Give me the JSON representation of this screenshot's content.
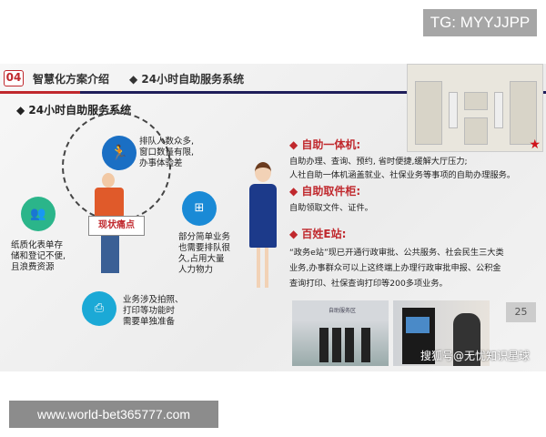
{
  "watermark_top": "TG: MYYJJPP",
  "watermark_bottom": "www.world-bet365777.com",
  "header": {
    "number": "04",
    "section": "智慧化方案介绍",
    "subtitle": "◆ 24小时自助服务系统"
  },
  "content_title": "◆ 24小时自助服务系统",
  "pain_points": {
    "center_label": "现状痛点",
    "items": [
      {
        "icon": "running-person-icon",
        "text": [
          "排队人数众多,",
          "窗口数量有限,",
          "办事体验差"
        ]
      },
      {
        "icon": "network-icon",
        "text": [
          "部分简单业务",
          "也需要排队很",
          "久,占用大量",
          "人力物力"
        ]
      },
      {
        "icon": "printer-icon",
        "text": [
          "业务涉及拍照、",
          "打印等功能时",
          "需要单独准备"
        ]
      },
      {
        "icon": "people-group-icon",
        "text": [
          "纸质化表单存",
          "储和登记不便,",
          "且浪费资源"
        ]
      }
    ]
  },
  "services": [
    {
      "title": "◆ 自助一体机:",
      "lines": [
        "自助办理、查询、预约, 省时便捷,缓解大厅压力;",
        "人社自助一体机涵盖就业、社保业务等事项的自助办理服务。"
      ]
    },
    {
      "title": "◆ 自助取件柜:",
      "lines": [
        "自助领取文件、证件。"
      ]
    },
    {
      "title": "◆ 百姓E站:",
      "lines": [
        "“政务e站”现已开通行政审批、公共服务、社会民生三大类",
        "业务,办事群众可以上这终端上办理行政审批申报、公积金",
        "查询打印、社保查询打印等200多项业务。"
      ]
    }
  ],
  "photo_sign": "自助服务区",
  "page_number": "25",
  "photo_watermark": "搜狐号@无忧知识星球",
  "colors": {
    "accent_red": "#c0282d",
    "navy": "#1f1e5a",
    "icon_blue": "#1a6fc4",
    "icon_green": "#2bb58a",
    "icon_cyan": "#1ba9d6"
  }
}
